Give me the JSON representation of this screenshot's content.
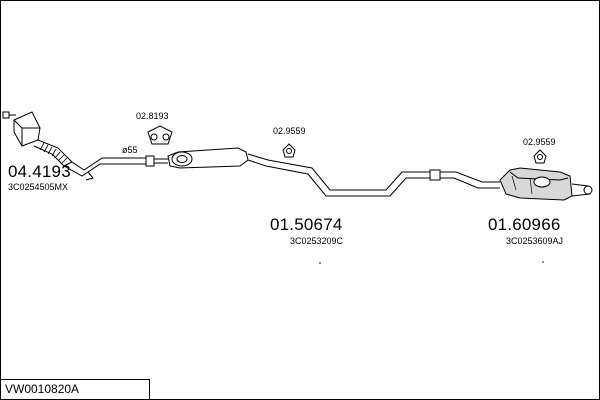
{
  "reference": "VW0010820A",
  "parts": [
    {
      "id": "front-pipe",
      "number": "04.4193",
      "oem": "3C0254505MX"
    },
    {
      "id": "middle-silencer",
      "number": "01.50674",
      "oem": "3C0253209C"
    },
    {
      "id": "rear-silencer",
      "number": "01.60966",
      "oem": "3C0253609AJ"
    }
  ],
  "fittings": [
    {
      "id": "mounting-rubber-mid",
      "number": "02.8193"
    },
    {
      "id": "mounting-rubber-center",
      "number": "02.9559"
    },
    {
      "id": "mounting-rubber-rear",
      "number": "02.9559"
    }
  ],
  "dimension": "ø55"
}
